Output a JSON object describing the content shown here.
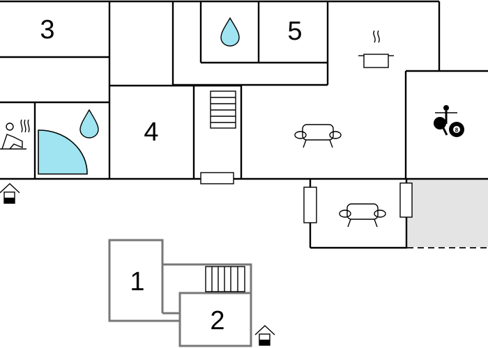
{
  "rooms": {
    "r1": "1",
    "r2": "2",
    "r3": "3",
    "r4": "4",
    "r5": "5"
  },
  "billiard_ball": "8",
  "colors": {
    "wall": "#000000",
    "wall_lower": "#777777",
    "water": "#9fe4f0",
    "terrace": "#e4e4e4"
  }
}
